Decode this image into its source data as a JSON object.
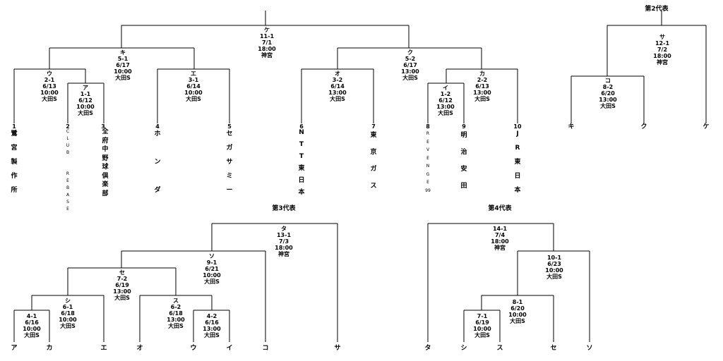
{
  "titles": {
    "second": "第2代表",
    "third": "第3代表",
    "fourth": "第4代表"
  },
  "matches": {
    "ke": {
      "code": "ケ",
      "no": "11-1",
      "date": "7/1",
      "time": "18:00",
      "venue": "神宮"
    },
    "ki": {
      "code": "キ",
      "no": "5-1",
      "date": "6/17",
      "time": "10:00",
      "venue": "大田S"
    },
    "ku": {
      "code": "ク",
      "no": "5-2",
      "date": "6/17",
      "time": "13:00",
      "venue": "大田S"
    },
    "u": {
      "code": "ウ",
      "no": "2-1",
      "date": "6/13",
      "time": "10:00",
      "venue": "大田S"
    },
    "a": {
      "code": "ア",
      "no": "1-1",
      "date": "6/12",
      "time": "10:00",
      "venue": "大田S"
    },
    "e": {
      "code": "エ",
      "no": "3-1",
      "date": "6/14",
      "time": "10:00",
      "venue": "大田S"
    },
    "o": {
      "code": "オ",
      "no": "3-2",
      "date": "6/14",
      "time": "13:00",
      "venue": "大田S"
    },
    "i": {
      "code": "イ",
      "no": "1-2",
      "date": "6/12",
      "time": "13:00",
      "venue": "大田S"
    },
    "ka": {
      "code": "カ",
      "no": "2-2",
      "date": "6/13",
      "time": "13:00",
      "venue": "大田S"
    },
    "sa": {
      "code": "サ",
      "no": "12-1",
      "date": "7/2",
      "time": "18:00",
      "venue": "神宮"
    },
    "ko": {
      "code": "コ",
      "no": "8-2",
      "date": "6/20",
      "time": "13:00",
      "venue": "大田S"
    },
    "ta": {
      "code": "タ",
      "no": "13-1",
      "date": "7/3",
      "time": "18:00",
      "venue": "神宮"
    },
    "so": {
      "code": "ソ",
      "no": "9-1",
      "date": "6/21",
      "time": "10:00",
      "venue": "大田S"
    },
    "se": {
      "code": "セ",
      "no": "7-2",
      "date": "6/19",
      "time": "13:00",
      "venue": "大田S"
    },
    "shi": {
      "code": "シ",
      "no": "6-1",
      "date": "6/18",
      "time": "10:00",
      "venue": "大田S"
    },
    "su": {
      "code": "ス",
      "no": "6-2",
      "date": "6/18",
      "time": "13:00",
      "venue": "大田S"
    },
    "m41": {
      "code": "",
      "no": "4-1",
      "date": "6/16",
      "time": "10:00",
      "venue": "大田S"
    },
    "m42": {
      "code": "",
      "no": "4-2",
      "date": "6/16",
      "time": "13:00",
      "venue": "大田S"
    },
    "m141": {
      "code": "",
      "no": "14-1",
      "date": "7/4",
      "time": "18:00",
      "venue": "神宮"
    },
    "m101": {
      "code": "",
      "no": "10-1",
      "date": "6/23",
      "time": "10:00",
      "venue": "大田S"
    },
    "m81": {
      "code": "",
      "no": "8-1",
      "date": "6/20",
      "time": "10:00",
      "venue": "大田S"
    },
    "m71": {
      "code": "",
      "no": "7-1",
      "date": "6/19",
      "time": "10:00",
      "venue": "大田S"
    }
  },
  "teams": [
    {
      "num": "1",
      "name": "鷺\n宮\n製\n作\n所"
    },
    {
      "num": "2",
      "name": "C\nL\nU\nB\n\n\nR\nE\nB\nA\nS\nE",
      "small": true
    },
    {
      "num": "3",
      "name": "全\n府\n中\n野\n球\n倶\n楽\n部",
      "tight": true
    },
    {
      "num": "4",
      "name": "ホ\n\nン\n\nダ"
    },
    {
      "num": "5",
      "name": "セ\nガ\nサ\nミ\nー"
    },
    {
      "num": "6",
      "name": "N\nT\nT\n東\n日\n本"
    },
    {
      "num": "7",
      "name": "東\n京\nガ\nス"
    },
    {
      "num": "8",
      "name": "R\nE\nV\nE\nN\nG\nE\n99",
      "small": true
    },
    {
      "num": "9",
      "name": "明\n治\n安\n田"
    },
    {
      "num": "10",
      "name": "J\nR\n東\n日\n本"
    }
  ],
  "leaves": {
    "second": [
      "キ",
      "ク",
      "ケ"
    ],
    "third": [
      "ア",
      "カ",
      "エ",
      "オ",
      "ウ",
      "イ",
      "コ",
      "サ"
    ],
    "fourth": [
      "タ",
      "シ",
      "ス",
      "セ",
      "ソ"
    ]
  }
}
